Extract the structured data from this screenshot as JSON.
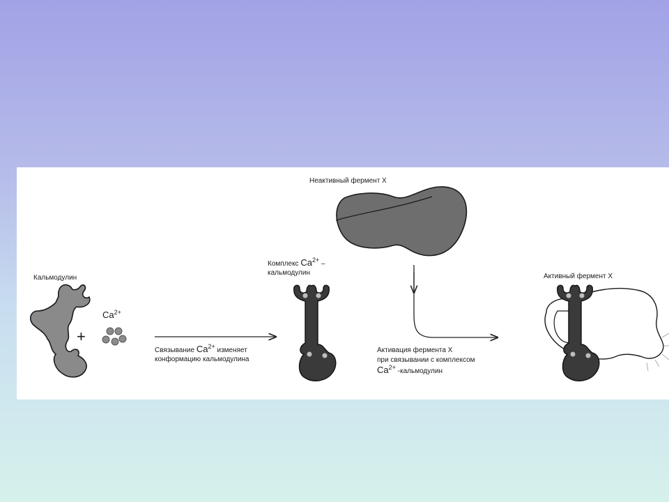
{
  "diagram": {
    "calmodulin_label": "Кальмодулин",
    "calcium_label": {
      "base": "Ca",
      "charge": "2+"
    },
    "plus_sign": "+",
    "inactive_enzyme_label": "Неактивный фермент X",
    "complex_label": {
      "prefix": "Комплекс",
      "ion_base": "Ca",
      "ion_charge": "2+",
      "dash": "–",
      "line2": "кальмодулин"
    },
    "active_enzyme_label": "Активный фермент X",
    "binding_caption": {
      "prefix": "Связывание",
      "ion_base": "Ca",
      "ion_charge": "2+",
      "suffix": "изменяет",
      "line2": "конформацию кальмодулина"
    },
    "activation_caption": {
      "line1": "Активация фермента X",
      "line2": "при связывании с комплексом",
      "ion_base": "Ca",
      "ion_charge": "2+",
      "line3_suffix": "-кальмодулин"
    },
    "colors": {
      "background_top": "#a2a2e6",
      "background_bottom": "#d6f1ec",
      "panel": "#ffffff",
      "calmodulin_fill": "#8a8a8a",
      "complex_fill": "#3a3a3a",
      "enzyme_fill": "#6e6e6e",
      "calcium_fill": "#8c8c8c"
    }
  }
}
